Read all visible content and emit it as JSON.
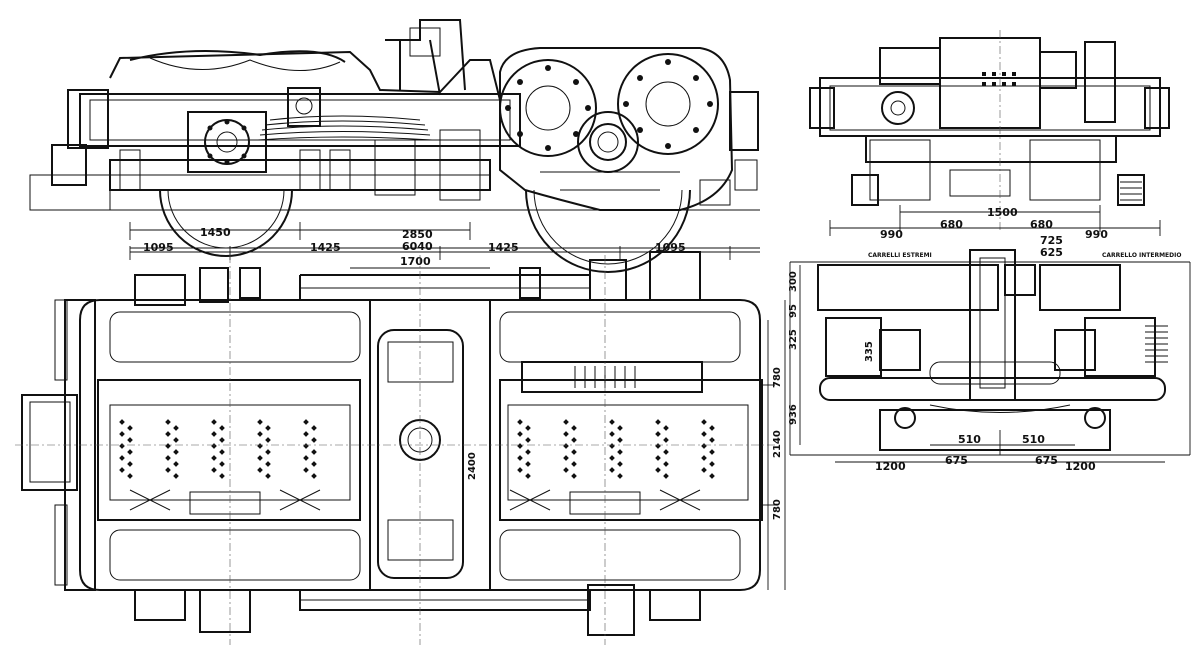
{
  "drawing": {
    "side_view": {
      "dims": {
        "d1450": "1450",
        "d2850": "2850",
        "d6040": "6040"
      }
    },
    "end_view": {
      "dims": {
        "d1500": "1500",
        "d680a": "680",
        "d680b": "680",
        "d990a": "990",
        "d990b": "990"
      }
    },
    "plan_view": {
      "dims": {
        "d1095a": "1095",
        "d1425a": "1425",
        "d1425b": "1425",
        "d1095b": "1095",
        "d1700": "1700",
        "d2400": "2400",
        "d780a": "780",
        "d2140": "2140",
        "d780b": "780",
        "d936": "936"
      }
    },
    "cross_section": {
      "labels": {
        "left": "CARRELLI ESTREMI",
        "right": "CARRELLO INTERMEDIO"
      },
      "dims": {
        "d725": "725",
        "d625": "625",
        "d300": "300",
        "d95": "95",
        "d325": "325",
        "d335": "335",
        "d510a": "510",
        "d510b": "510",
        "d1200a": "1200",
        "d675a": "675",
        "d675b": "675",
        "d1200b": "1200"
      }
    }
  }
}
